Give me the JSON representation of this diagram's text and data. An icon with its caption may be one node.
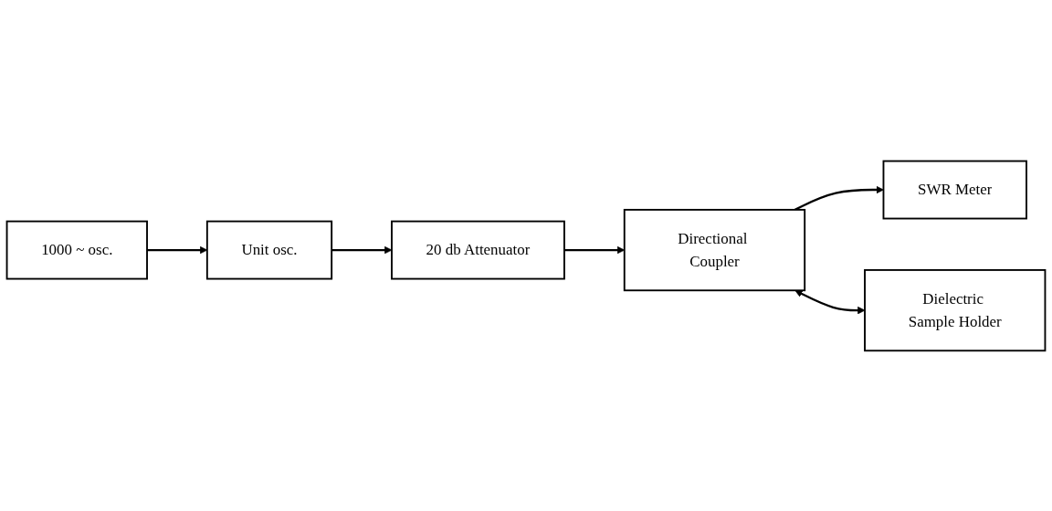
{
  "diagram": {
    "nodes": [
      {
        "text": [
          "1000 ~ osc."
        ]
      },
      {
        "text": [
          "SWR Meter"
        ]
      },
      {
        "text": [
          "Unit osc."
        ]
      },
      {
        "text": [
          "20 db Attenuator"
        ]
      },
      {
        "text": [
          "Directional Coupler"
        ]
      },
      {
        "text": [
          "Dielectric Sample Holder"
        ]
      }
    ],
    "edges": [
      {
        "from": 0,
        "to": 2,
        "arrow": "to"
      },
      {
        "from": 2,
        "to": 3,
        "arrow": "to"
      },
      {
        "from": 3,
        "to": 4,
        "arrow": "to"
      },
      {
        "from": 4,
        "to": 1,
        "arrow": "to"
      },
      {
        "from": 4,
        "to": 5,
        "arrow": "both"
      }
    ]
  }
}
